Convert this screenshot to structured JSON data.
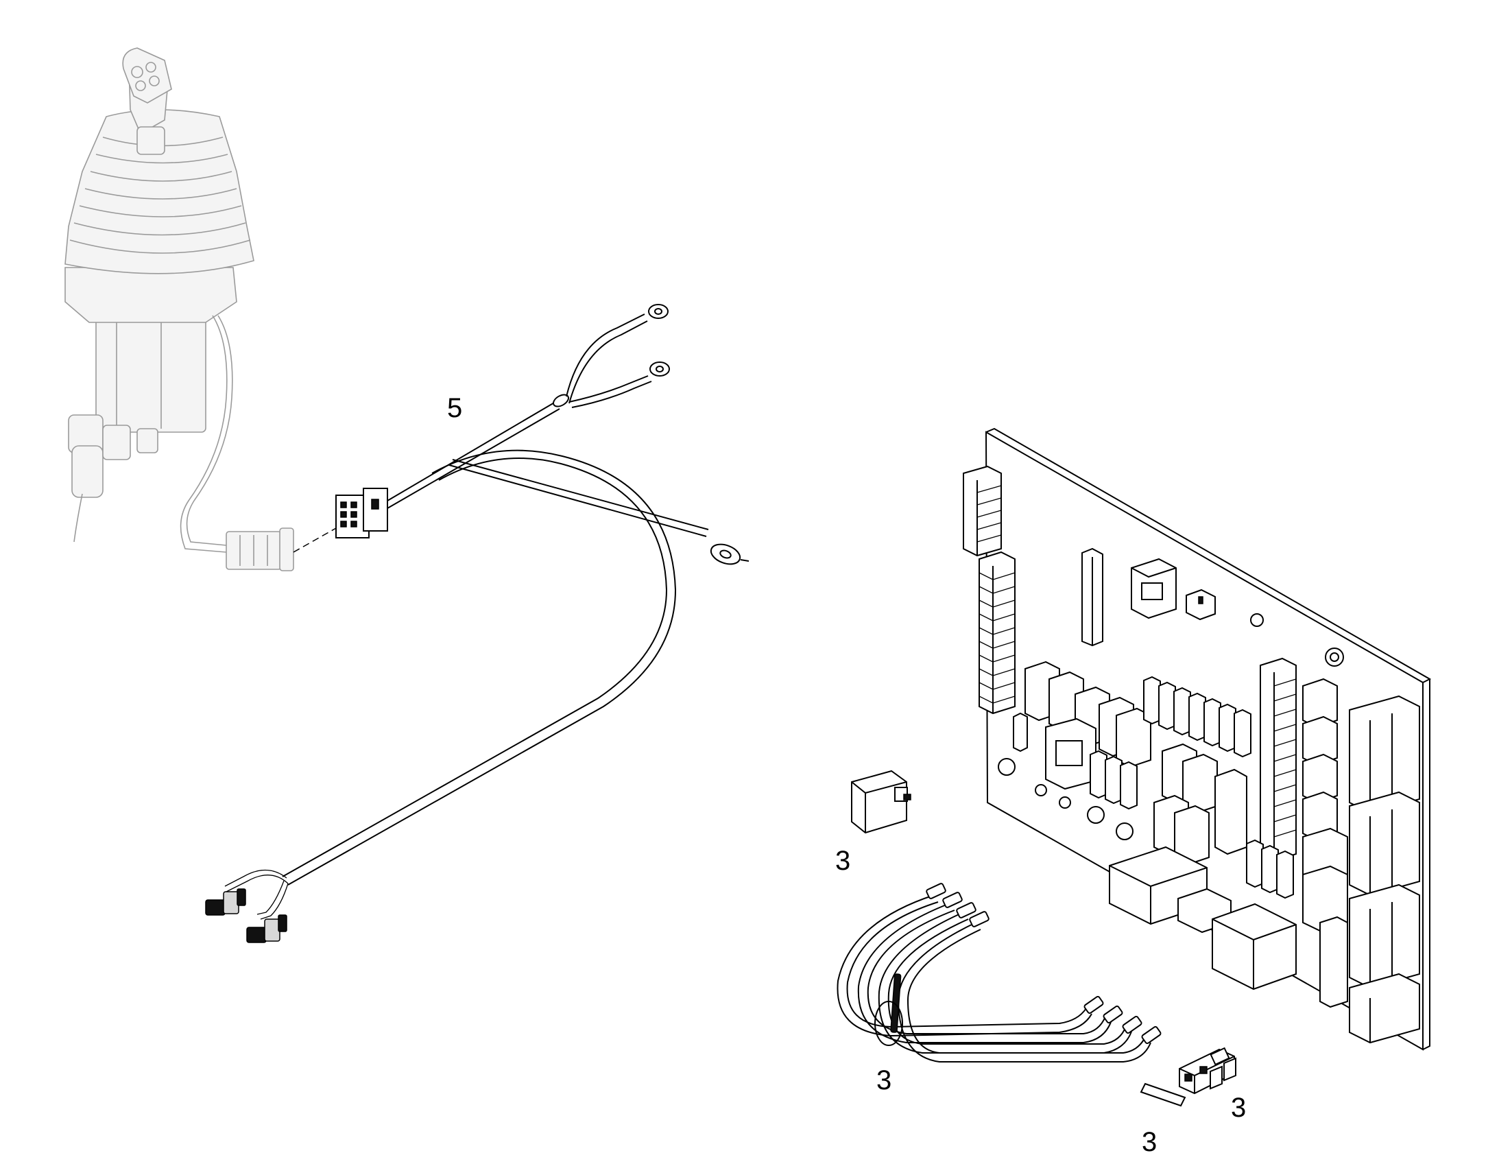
{
  "callouts": {
    "harness": "5",
    "relay": "3",
    "wire_set": "3",
    "fuse": "3",
    "label_strip": "3"
  }
}
